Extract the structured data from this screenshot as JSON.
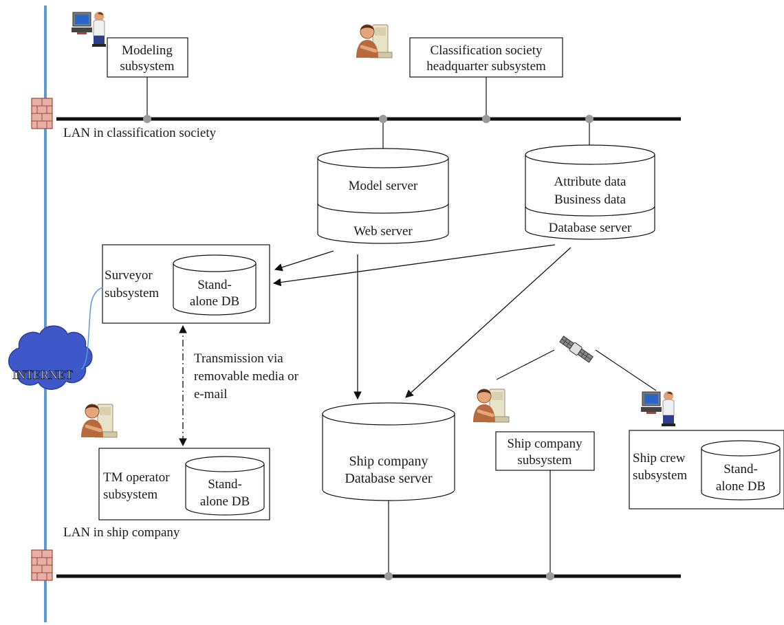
{
  "lan_top": {
    "label": "LAN in classification society"
  },
  "lan_bottom": {
    "label": "LAN in ship company"
  },
  "internet": {
    "label": "INTERNET"
  },
  "modeling": {
    "line1": "Modeling",
    "line2": "subsystem"
  },
  "headquarter": {
    "line1": "Classification society",
    "line2": "headquarter subsystem"
  },
  "model_server": {
    "top": "Model server",
    "bottom": "Web server"
  },
  "db_server": {
    "line1": "Attribute data",
    "line2": "Business data",
    "bottom": "Database server"
  },
  "surveyor": {
    "line1": "Surveyor",
    "line2": "subsystem",
    "db1": "Stand-",
    "db2": "alone DB"
  },
  "transmission": {
    "line1": "Transmission via",
    "line2": "removable media or",
    "line3": "e-mail"
  },
  "tm_operator": {
    "line1": "TM operator",
    "line2": "subsystem",
    "db1": "Stand-",
    "db2": "alone DB"
  },
  "ship_db": {
    "line1": "Ship company",
    "line2": "Database server"
  },
  "ship_company": {
    "line1": "Ship company",
    "line2": "subsystem"
  },
  "ship_crew": {
    "line1": "Ship crew",
    "line2": "subsystem",
    "db1": "Stand-",
    "db2": "alone DB"
  },
  "icons": [
    "computer-operator-icon",
    "person-at-computer-icon",
    "satellite-icon",
    "firewall-icon",
    "cloud-icon"
  ],
  "colors": {
    "backbone": "#5b9bd5",
    "lan": "#111111",
    "node": "#9a9a9a",
    "cloud": "#3b4fbf",
    "firewall": "#c0504d"
  }
}
